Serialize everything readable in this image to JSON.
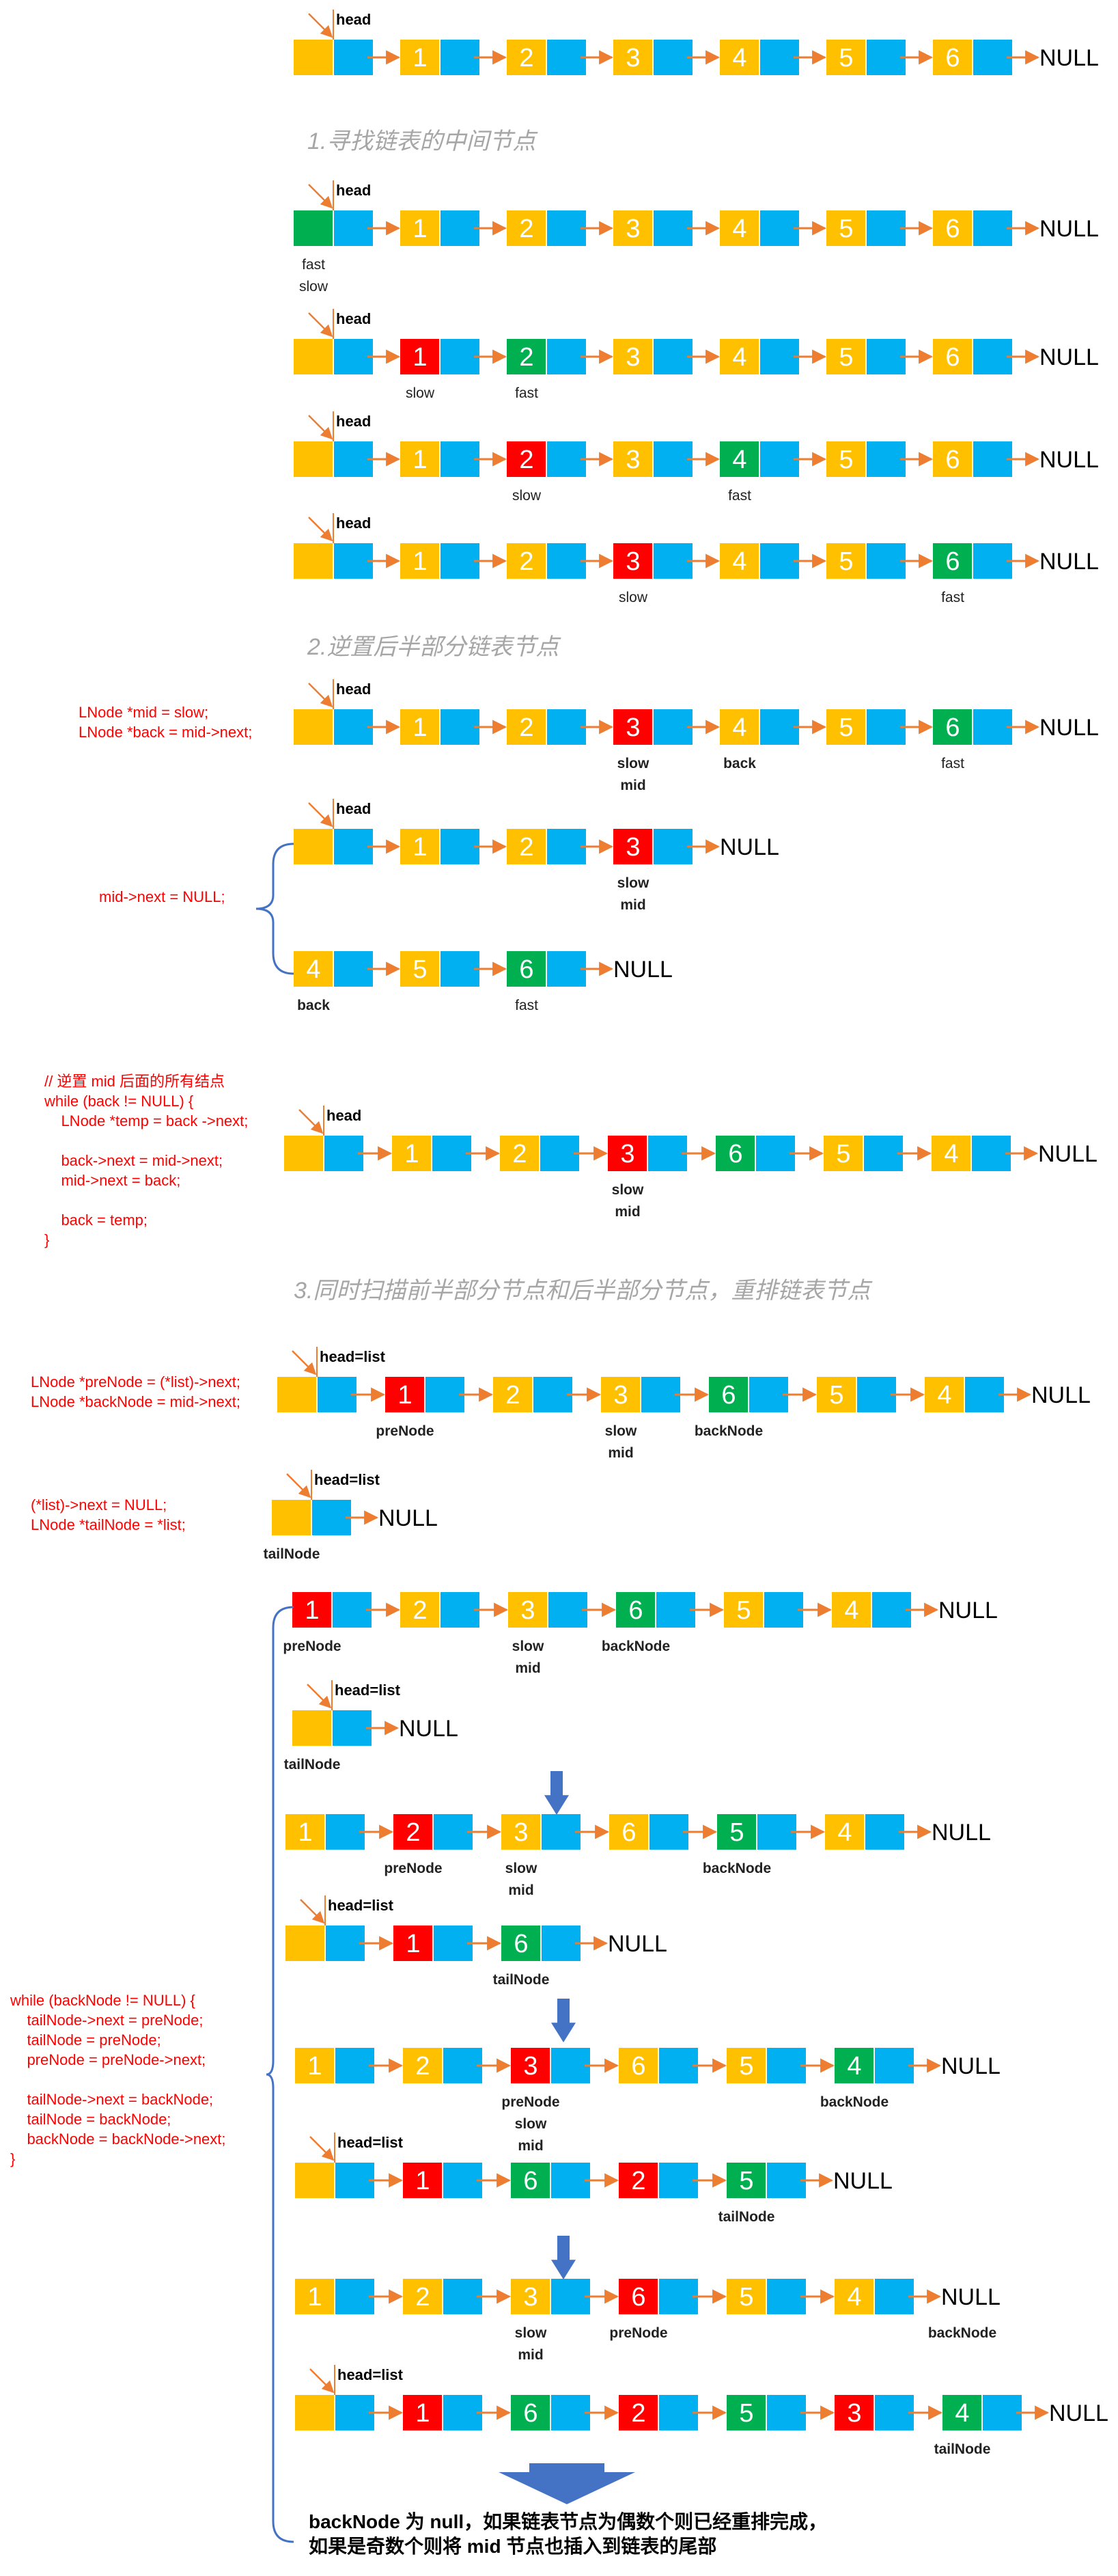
{
  "null_label": "NULL",
  "colors": {
    "yellow": "#ffc000",
    "blue": "#00b0f0",
    "red": "#ff0000",
    "green": "#00b050",
    "arrow": "#ed7d31",
    "code": "#ff0000",
    "title": "#a6a6a6",
    "brace": "#4472c4",
    "down_arrow": "#4472c4"
  },
  "sections": [
    {
      "text": "1.寻找链表的中间节点"
    },
    {
      "text": "2.逆置后半部分链表节点"
    },
    {
      "text": "3.同时扫描前半部分节点和后半部分节点，重排链表节点"
    }
  ],
  "code_blocks": [
    {
      "lines": [
        "LNode *mid = slow;",
        "LNode *back = mid->next;"
      ]
    },
    {
      "lines": [
        "mid->next = NULL;"
      ]
    },
    {
      "lines": [
        "// 逆置 mid 后面的所有结点",
        "while (back != NULL) {",
        "    LNode *temp = back ->next;",
        "",
        "    back->next = mid->next;",
        "    mid->next = back;",
        "",
        "    back = temp;",
        "}"
      ]
    },
    {
      "lines": [
        "LNode *preNode = (*list)->next;",
        "LNode *backNode = mid->next;"
      ]
    },
    {
      "lines": [
        "(*list)->next = NULL;",
        "LNode *tailNode = *list;"
      ]
    },
    {
      "lines": [
        "while (backNode != NULL) {",
        "    tailNode->next = preNode;",
        "    tailNode = preNode;",
        "    preNode = preNode->next;",
        "",
        "    tailNode->next = backNode;",
        "    tailNode = backNode;",
        "    backNode = backNode->next;",
        "}"
      ]
    }
  ],
  "lists": [
    {
      "head": "head",
      "nodes": [
        {
          "v": ""
        },
        {
          "v": "1"
        },
        {
          "v": "2"
        },
        {
          "v": "3"
        },
        {
          "v": "4"
        },
        {
          "v": "5"
        },
        {
          "v": "6"
        }
      ],
      "labels": []
    },
    {
      "head": "head",
      "nodes": [
        {
          "v": "",
          "c": "green"
        },
        {
          "v": "1"
        },
        {
          "v": "2"
        },
        {
          "v": "3"
        },
        {
          "v": "4"
        },
        {
          "v": "5"
        },
        {
          "v": "6"
        }
      ],
      "labels": [
        {
          "node": 0,
          "text": "fast",
          "row": 0
        },
        {
          "node": 0,
          "text": "slow",
          "row": 1
        }
      ]
    },
    {
      "head": "head",
      "nodes": [
        {
          "v": ""
        },
        {
          "v": "1",
          "c": "red"
        },
        {
          "v": "2",
          "c": "green"
        },
        {
          "v": "3"
        },
        {
          "v": "4"
        },
        {
          "v": "5"
        },
        {
          "v": "6"
        }
      ],
      "labels": [
        {
          "node": 1,
          "text": "slow",
          "row": 0
        },
        {
          "node": 2,
          "text": "fast",
          "row": 0
        }
      ]
    },
    {
      "head": "head",
      "nodes": [
        {
          "v": ""
        },
        {
          "v": "1"
        },
        {
          "v": "2",
          "c": "red"
        },
        {
          "v": "3"
        },
        {
          "v": "4",
          "c": "green"
        },
        {
          "v": "5"
        },
        {
          "v": "6"
        }
      ],
      "labels": [
        {
          "node": 2,
          "text": "slow",
          "row": 0
        },
        {
          "node": 4,
          "text": "fast",
          "row": 0
        }
      ]
    },
    {
      "head": "head",
      "nodes": [
        {
          "v": ""
        },
        {
          "v": "1"
        },
        {
          "v": "2"
        },
        {
          "v": "3",
          "c": "red"
        },
        {
          "v": "4"
        },
        {
          "v": "5"
        },
        {
          "v": "6",
          "c": "green"
        }
      ],
      "labels": [
        {
          "node": 3,
          "text": "slow",
          "row": 0
        },
        {
          "node": 6,
          "text": "fast",
          "row": 0
        }
      ]
    },
    {
      "head": "head",
      "nodes": [
        {
          "v": ""
        },
        {
          "v": "1"
        },
        {
          "v": "2"
        },
        {
          "v": "3",
          "c": "red"
        },
        {
          "v": "4"
        },
        {
          "v": "5"
        },
        {
          "v": "6",
          "c": "green"
        }
      ],
      "labels": [
        {
          "node": 3,
          "text": "slow",
          "row": 0,
          "bold": true
        },
        {
          "node": 3,
          "text": "mid",
          "row": 1,
          "bold": true
        },
        {
          "node": 4,
          "text": "back",
          "row": 0,
          "bold": true
        },
        {
          "node": 6,
          "text": "fast",
          "row": 0
        }
      ]
    },
    {
      "head": "head",
      "nodes": [
        {
          "v": ""
        },
        {
          "v": "1"
        },
        {
          "v": "2"
        },
        {
          "v": "3",
          "c": "red"
        }
      ],
      "labels": [
        {
          "node": 3,
          "text": "slow",
          "row": 0,
          "bold": true
        },
        {
          "node": 3,
          "text": "mid",
          "row": 1,
          "bold": true
        }
      ]
    },
    {
      "head": "",
      "nodes": [
        {
          "v": "4"
        },
        {
          "v": "5"
        },
        {
          "v": "6",
          "c": "green"
        }
      ],
      "labels": [
        {
          "node": 0,
          "text": "back",
          "row": 0,
          "bold": true
        },
        {
          "node": 2,
          "text": "fast",
          "row": 0
        }
      ]
    },
    {
      "head": "head",
      "nodes": [
        {
          "v": ""
        },
        {
          "v": "1"
        },
        {
          "v": "2"
        },
        {
          "v": "3",
          "c": "red"
        },
        {
          "v": "6",
          "c": "green"
        },
        {
          "v": "5"
        },
        {
          "v": "4"
        }
      ],
      "labels": [
        {
          "node": 3,
          "text": "slow",
          "row": 0,
          "bold": true
        },
        {
          "node": 3,
          "text": "mid",
          "row": 1,
          "bold": true
        }
      ]
    },
    {
      "head": "head=list",
      "nodes": [
        {
          "v": ""
        },
        {
          "v": "1",
          "c": "red"
        },
        {
          "v": "2"
        },
        {
          "v": "3"
        },
        {
          "v": "6",
          "c": "green"
        },
        {
          "v": "5"
        },
        {
          "v": "4"
        }
      ],
      "labels": [
        {
          "node": 1,
          "text": "preNode",
          "row": 0,
          "bold": true
        },
        {
          "node": 3,
          "text": "slow",
          "row": 0,
          "bold": true
        },
        {
          "node": 3,
          "text": "mid",
          "row": 1,
          "bold": true
        },
        {
          "node": 4,
          "text": "backNode",
          "row": 0,
          "bold": true
        }
      ]
    },
    {
      "head": "head=list",
      "nodes": [
        {
          "v": ""
        }
      ],
      "labels": [
        {
          "node": 0,
          "text": "tailNode",
          "row": 0,
          "bold": true
        }
      ]
    },
    {
      "head": "",
      "nodes": [
        {
          "v": "1",
          "c": "red"
        },
        {
          "v": "2"
        },
        {
          "v": "3"
        },
        {
          "v": "6",
          "c": "green"
        },
        {
          "v": "5"
        },
        {
          "v": "4"
        }
      ],
      "labels": [
        {
          "node": 0,
          "text": "preNode",
          "row": 0,
          "bold": true
        },
        {
          "node": 2,
          "text": "slow",
          "row": 0,
          "bold": true
        },
        {
          "node": 2,
          "text": "mid",
          "row": 1,
          "bold": true
        },
        {
          "node": 3,
          "text": "backNode",
          "row": 0,
          "bold": true
        }
      ]
    },
    {
      "head": "head=list",
      "nodes": [
        {
          "v": ""
        }
      ],
      "labels": [
        {
          "node": 0,
          "text": "tailNode",
          "row": 0,
          "bold": true
        }
      ]
    },
    {
      "head": "",
      "nodes": [
        {
          "v": "1"
        },
        {
          "v": "2",
          "c": "red"
        },
        {
          "v": "3"
        },
        {
          "v": "6"
        },
        {
          "v": "5",
          "c": "green"
        },
        {
          "v": "4"
        }
      ],
      "labels": [
        {
          "node": 1,
          "text": "preNode",
          "row": 0,
          "bold": true
        },
        {
          "node": 2,
          "text": "slow",
          "row": 0,
          "bold": true
        },
        {
          "node": 2,
          "text": "mid",
          "row": 1,
          "bold": true
        },
        {
          "node": 4,
          "text": "backNode",
          "row": 0,
          "bold": true
        }
      ]
    },
    {
      "head": "head=list",
      "nodes": [
        {
          "v": ""
        },
        {
          "v": "1",
          "c": "red"
        },
        {
          "v": "6",
          "c": "green"
        }
      ],
      "labels": [
        {
          "node": 2,
          "text": "tailNode",
          "row": 0,
          "bold": true
        }
      ]
    },
    {
      "head": "",
      "nodes": [
        {
          "v": "1"
        },
        {
          "v": "2"
        },
        {
          "v": "3",
          "c": "red"
        },
        {
          "v": "6"
        },
        {
          "v": "5"
        },
        {
          "v": "4",
          "c": "green"
        }
      ],
      "labels": [
        {
          "node": 2,
          "text": "preNode",
          "row": 0,
          "bold": true
        },
        {
          "node": 2,
          "text": "slow",
          "row": 1,
          "bold": true
        },
        {
          "node": 2,
          "text": "mid",
          "row": 2,
          "bold": true
        },
        {
          "node": 5,
          "text": "backNode",
          "row": 0,
          "bold": true
        }
      ]
    },
    {
      "head": "head=list",
      "nodes": [
        {
          "v": ""
        },
        {
          "v": "1",
          "c": "red"
        },
        {
          "v": "6",
          "c": "green"
        },
        {
          "v": "2",
          "c": "red"
        },
        {
          "v": "5",
          "c": "green"
        }
      ],
      "labels": [
        {
          "node": 4,
          "text": "tailNode",
          "row": 0,
          "bold": true
        }
      ]
    },
    {
      "head": "",
      "nodes": [
        {
          "v": "1"
        },
        {
          "v": "2"
        },
        {
          "v": "3"
        },
        {
          "v": "6",
          "c": "red"
        },
        {
          "v": "5"
        },
        {
          "v": "4"
        }
      ],
      "labels": [
        {
          "node": 2,
          "text": "slow",
          "row": 0,
          "bold": true
        },
        {
          "node": 2,
          "text": "mid",
          "row": 1,
          "bold": true
        },
        {
          "node": 3,
          "text": "preNode",
          "row": 0,
          "bold": true
        },
        {
          "node": 6,
          "text": "backNode",
          "row": 0,
          "bold": true
        }
      ]
    },
    {
      "head": "head=list",
      "nodes": [
        {
          "v": ""
        },
        {
          "v": "1",
          "c": "red"
        },
        {
          "v": "6",
          "c": "green"
        },
        {
          "v": "2",
          "c": "red"
        },
        {
          "v": "5",
          "c": "green"
        },
        {
          "v": "3",
          "c": "red"
        },
        {
          "v": "4",
          "c": "green"
        }
      ],
      "labels": [
        {
          "node": 6,
          "text": "tailNode",
          "row": 0,
          "bold": true
        }
      ]
    }
  ],
  "conclusion": {
    "lines": [
      "backNode 为 null，如果链表节点为偶数个则已经重排完成，",
      "如果是奇数个则将 mid 节点也插入到链表的尾部"
    ]
  }
}
